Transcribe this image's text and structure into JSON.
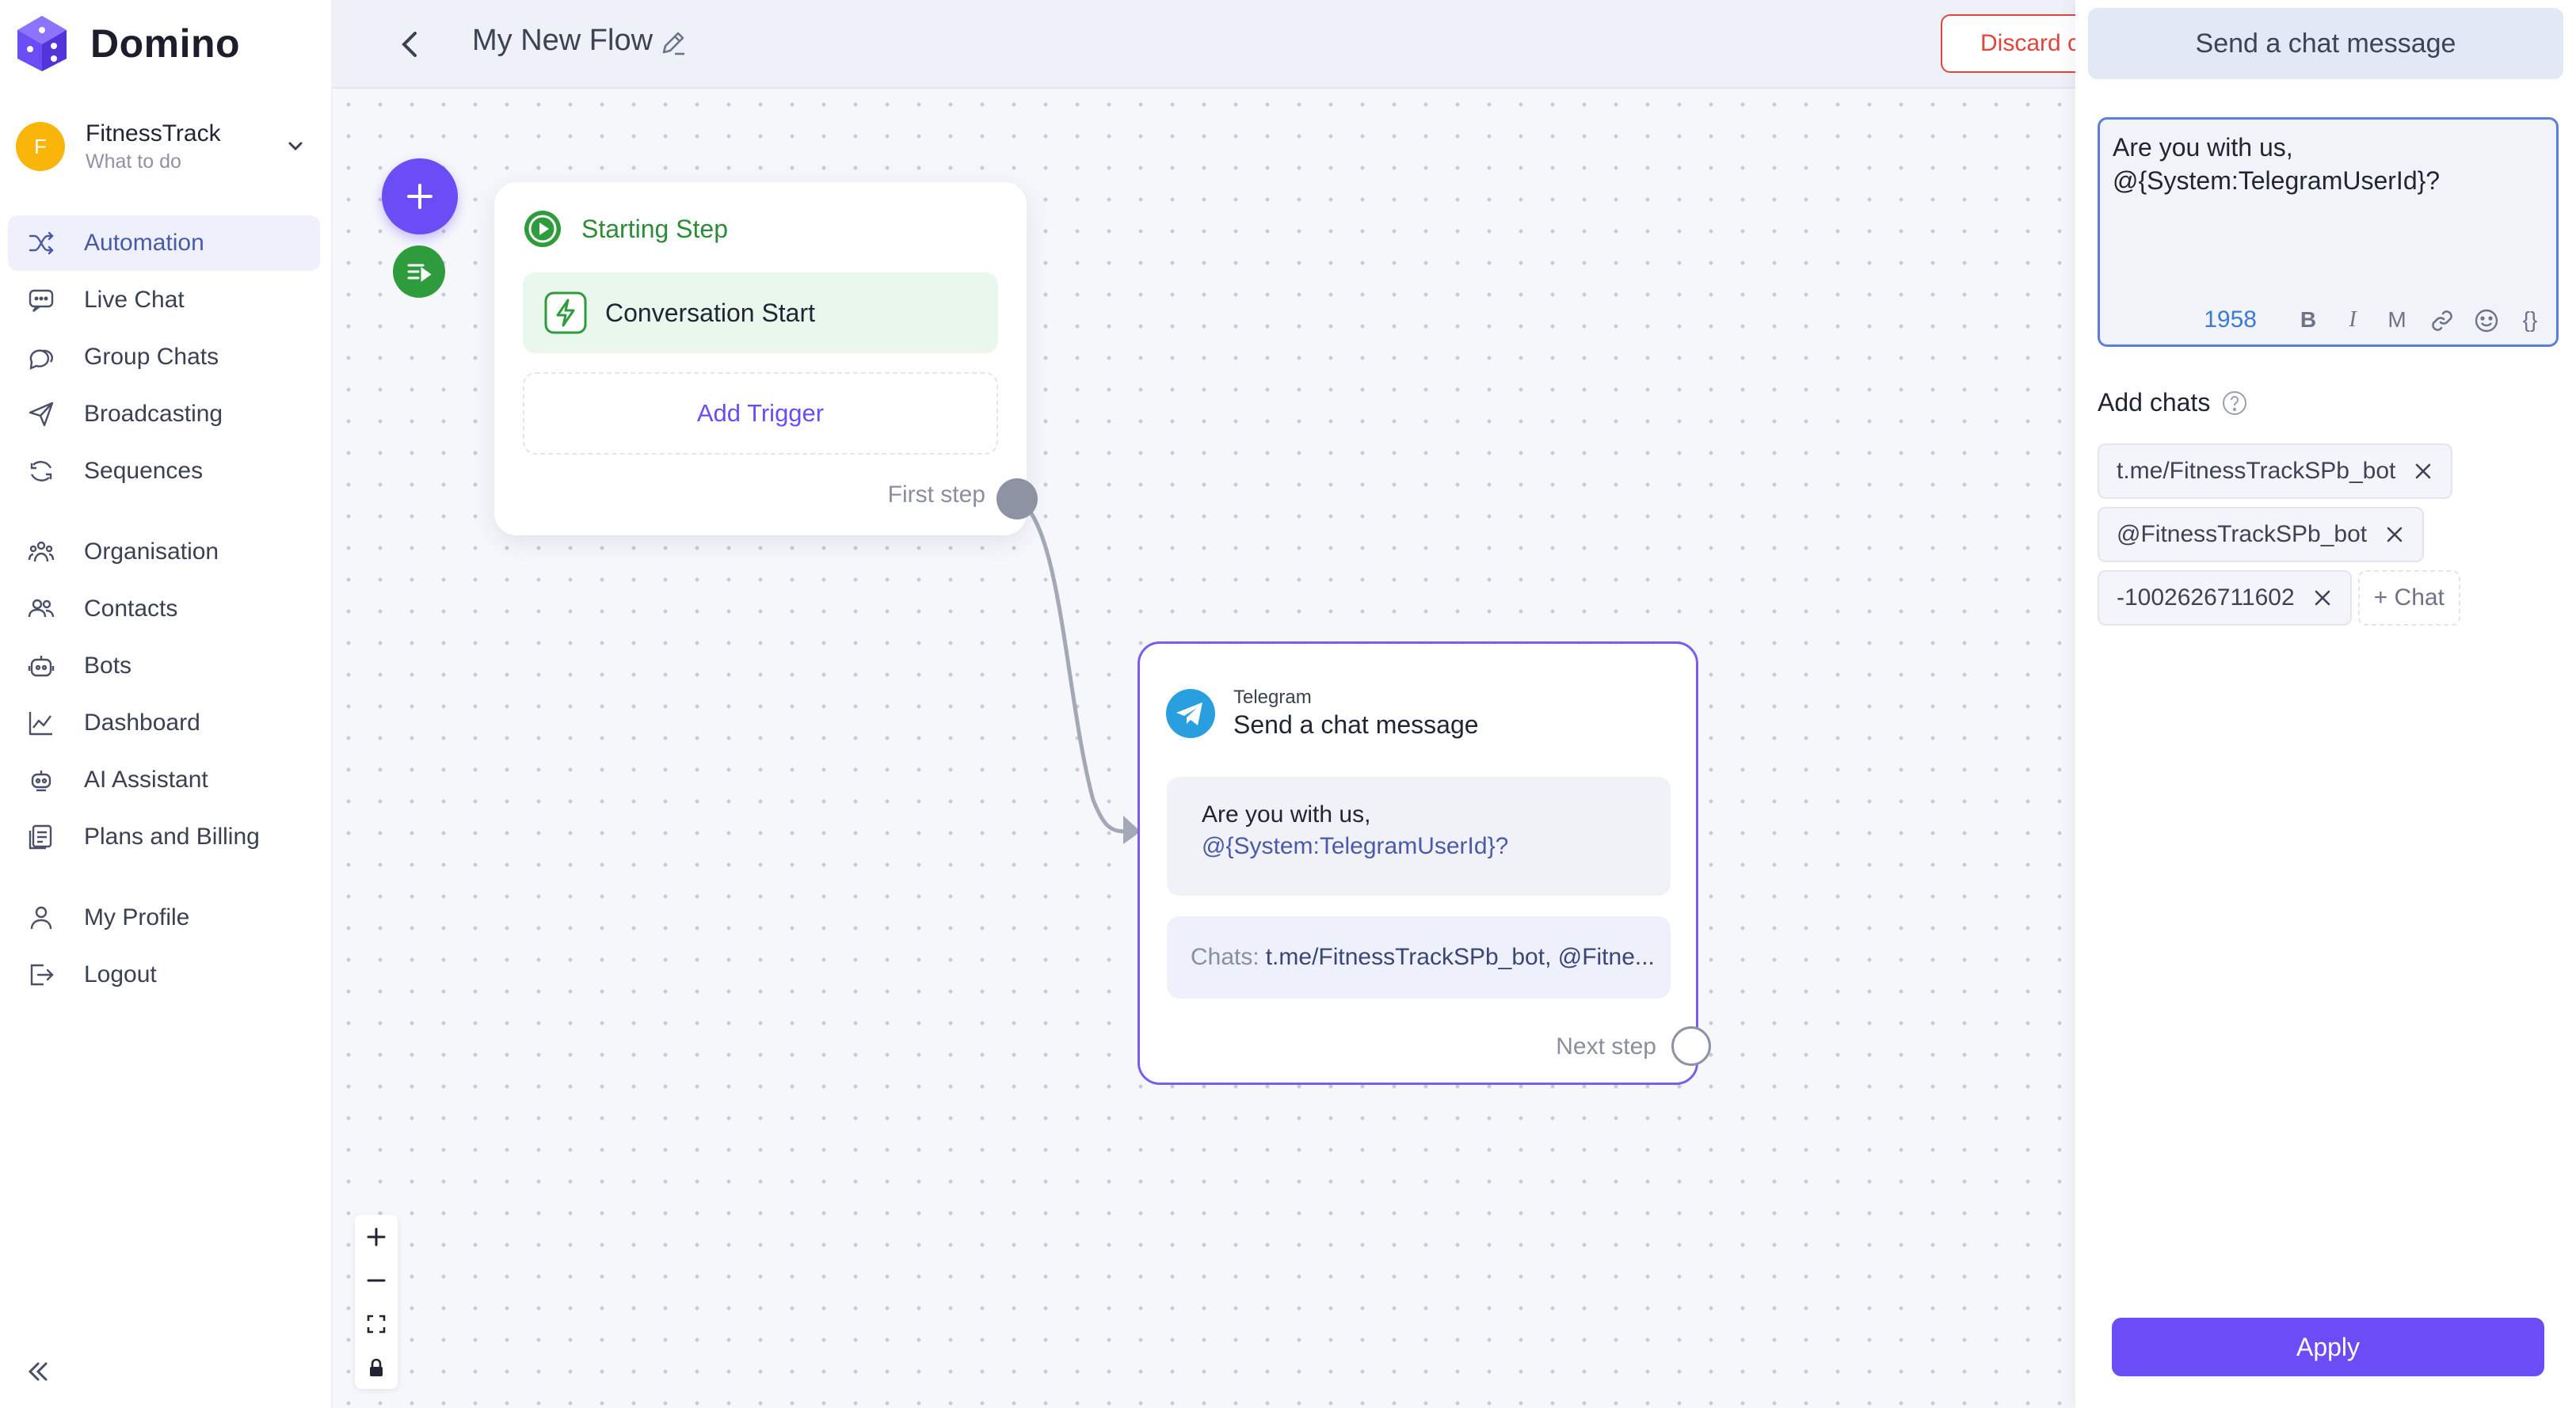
{
  "app": {
    "name": "Domino"
  },
  "org": {
    "avatar_letter": "F",
    "name": "FitnessTrack",
    "subtitle": "What to do"
  },
  "sidebar": {
    "items": [
      {
        "label": "Automation",
        "icon": "shuffle-icon",
        "active": true
      },
      {
        "label": "Live Chat",
        "icon": "chat-bubble-icon"
      },
      {
        "label": "Group Chats",
        "icon": "group-chat-icon"
      },
      {
        "label": "Broadcasting",
        "icon": "send-icon"
      },
      {
        "label": "Sequences",
        "icon": "sequence-icon"
      },
      {
        "label": "Organisation",
        "icon": "organisation-icon"
      },
      {
        "label": "Contacts",
        "icon": "contacts-icon"
      },
      {
        "label": "Bots",
        "icon": "bot-icon"
      },
      {
        "label": "Dashboard",
        "icon": "chart-line-icon"
      },
      {
        "label": "AI Assistant",
        "icon": "ai-robot-icon"
      },
      {
        "label": "Plans and Billing",
        "icon": "billing-icon"
      },
      {
        "label": "My Profile",
        "icon": "user-icon"
      },
      {
        "label": "Logout",
        "icon": "logout-icon"
      }
    ]
  },
  "toolbar": {
    "flow_title": "My New Flow",
    "discard_label": "Discard c"
  },
  "start_node": {
    "title": "Starting Step",
    "trigger": "Conversation Start",
    "add_trigger": "Add Trigger",
    "first_step": "First step"
  },
  "telegram_node": {
    "app": "Telegram",
    "title": "Send a chat message",
    "message_line1": "Are you with us,",
    "message_line2": "@{System:TelegramUserId}?",
    "chats_label": "Chats:",
    "chats_value": "t.me/FitnessTrackSPb_bot, @Fitne...",
    "next_step": "Next step"
  },
  "panel": {
    "title": "Send a chat message",
    "editor_line1": "Are you with us,",
    "editor_line2": "@{System:TelegramUserId}?",
    "char_count": "1958",
    "tools": {
      "bold": "B",
      "italic": "I",
      "mono": "M",
      "vars": "{}"
    },
    "add_chats_label": "Add chats",
    "chats": [
      "t.me/FitnessTrackSPb_bot",
      "@FitnessTrackSPb_bot",
      "-1002626711602"
    ],
    "add_chat_label": "+ Chat",
    "apply_label": "Apply"
  },
  "colors": {
    "accent": "#6a4df5",
    "success": "#2e8b3a",
    "danger": "#e0453b",
    "active_nav_bg": "#eef1fb"
  }
}
